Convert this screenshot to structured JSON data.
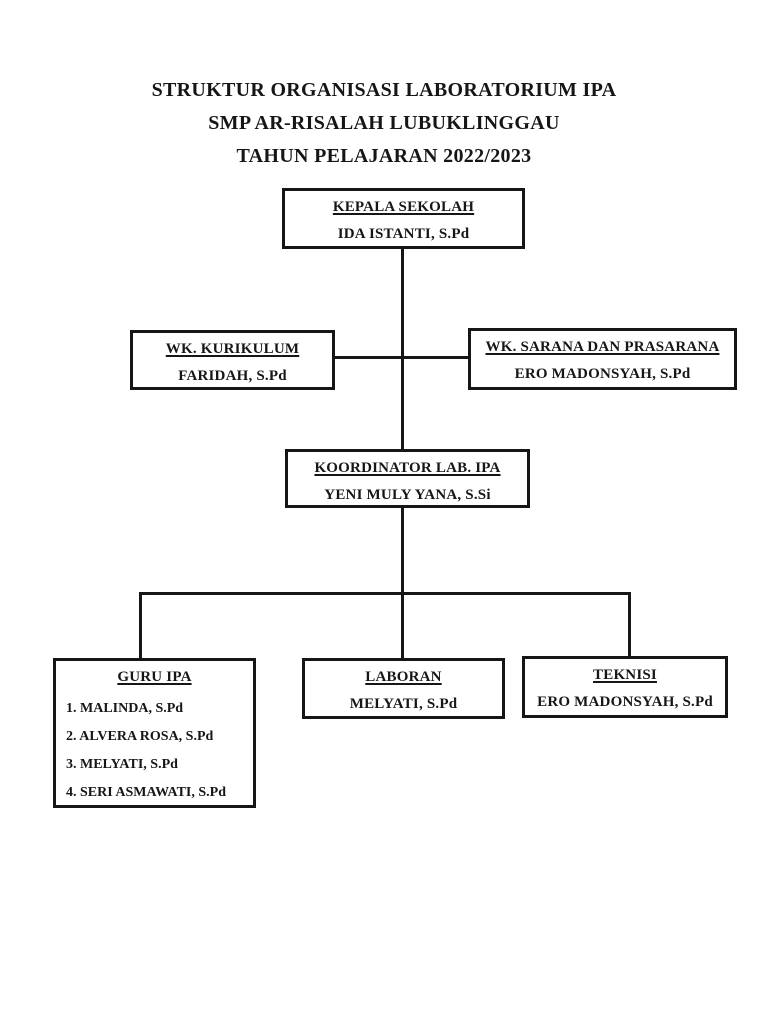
{
  "page": {
    "title_lines": [
      "STRUKTUR ORGANISASI LABORATORIUM IPA",
      "SMP AR-RISALAH LUBUKLINGGAU",
      "TAHUN PELAJARAN 2022/2023"
    ]
  },
  "chart": {
    "type": "org-chart",
    "colors": {
      "background": "#ffffff",
      "border": "#161616",
      "line": "#161616",
      "text": "#161616"
    },
    "nodes": {
      "kepala_sekolah": {
        "role": "KEPALA SEKOLAH",
        "name": "IDA ISTANTI, S.Pd"
      },
      "wk_kurikulum": {
        "role": "WK. KURIKULUM",
        "name": "FARIDAH, S.Pd"
      },
      "wk_sarana": {
        "role": "WK. SARANA DAN PRASARANA",
        "name": "ERO MADONSYAH, S.Pd"
      },
      "koordinator": {
        "role": "KOORDINATOR LAB. IPA",
        "name": "YENI MULY YANA, S.Si"
      },
      "guru_ipa": {
        "role": "GURU IPA",
        "members": [
          "1. MALINDA, S.Pd",
          "2. ALVERA ROSA, S.Pd",
          "3. MELYATI, S.Pd",
          "4. SERI ASMAWATI, S.Pd"
        ]
      },
      "laboran": {
        "role": "LABORAN",
        "name": "MELYATI, S.Pd"
      },
      "teknisi": {
        "role": "TEKNISI",
        "name": "ERO MADONSYAH, S.Pd"
      }
    },
    "edges": [
      "kepala_sekolah - wk_kurikulum",
      "kepala_sekolah - wk_sarana",
      "kepala_sekolah - koordinator",
      "koordinator - guru_ipa",
      "koordinator - laboran",
      "koordinator - teknisi"
    ]
  }
}
